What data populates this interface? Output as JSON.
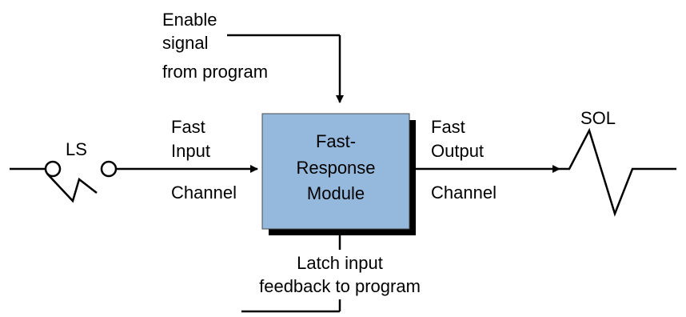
{
  "colors": {
    "module_fill": "#94b9dd",
    "module_border": "#4a4a4a",
    "shadow": "#000000",
    "line": "#000000"
  },
  "enable": {
    "line1": "Enable",
    "line2": "signal",
    "line3": "from program"
  },
  "input_channel": {
    "line1": "Fast",
    "line2": "Input",
    "line3": "Channel"
  },
  "output_channel": {
    "line1": "Fast",
    "line2": "Output",
    "line3": "Channel"
  },
  "module": {
    "line1": "Fast-",
    "line2": "Response",
    "line3": "Module"
  },
  "switch": {
    "label": "LS"
  },
  "solenoid": {
    "label": "SOL"
  },
  "latch": {
    "line1": "Latch input",
    "line2": "feedback to program"
  }
}
